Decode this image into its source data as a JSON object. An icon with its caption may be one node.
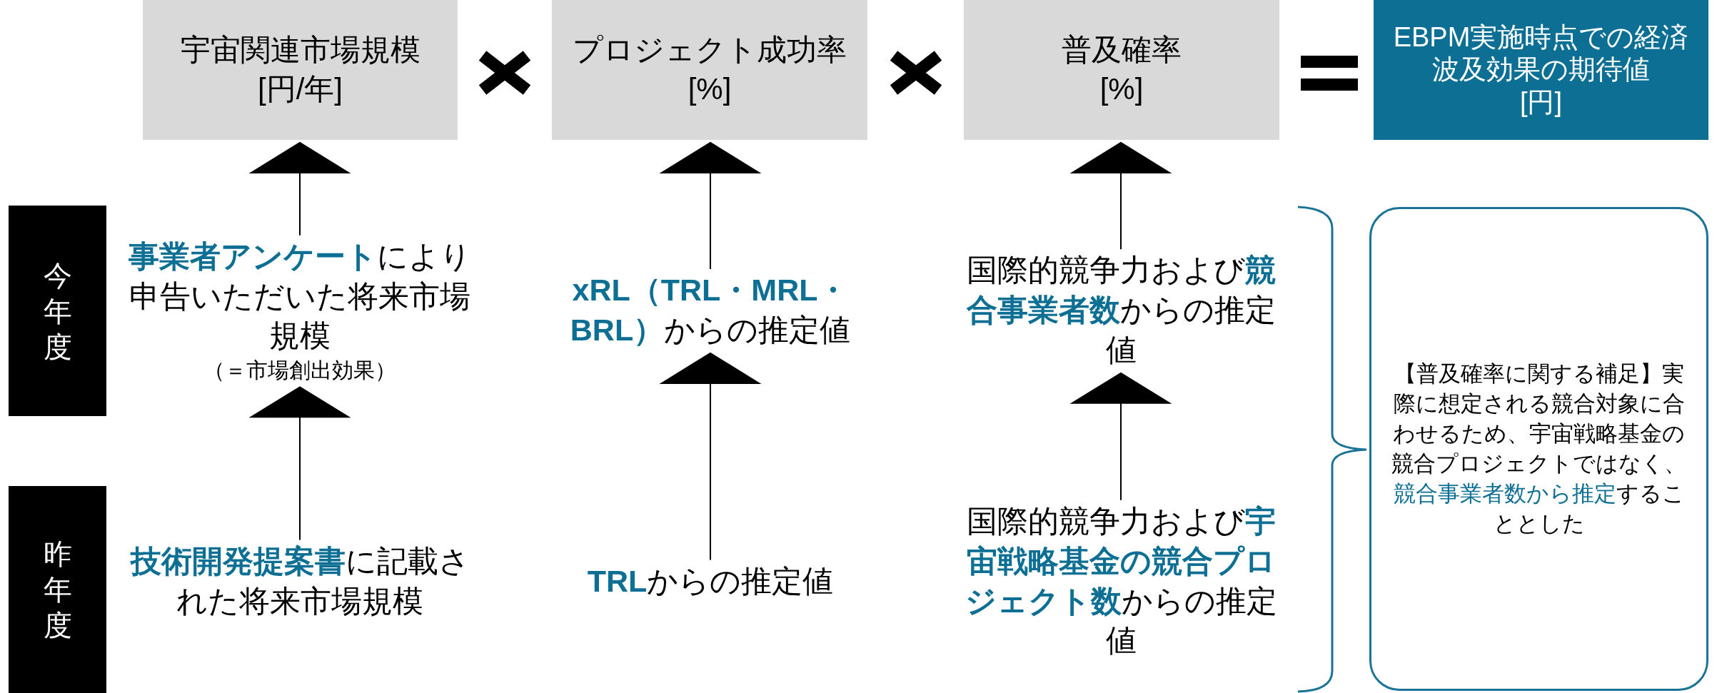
{
  "diagram": {
    "nodes": [
      {
        "text": [
          "宇宙関連市場規模",
          "[円/年]"
        ]
      },
      {
        "text": [
          "プロジェクト成功率",
          "[%]"
        ]
      },
      {
        "text": [
          "普及確率",
          "[%]"
        ]
      },
      {
        "text": [
          "EBPM実施時点での経済波及効果の期待値",
          "[円]"
        ]
      },
      {
        "text": [
          "今年度"
        ]
      },
      {
        "text": [
          "昨年度"
        ]
      },
      {
        "text": [
          "**事業者アンケート**により申告いただいた将来市場規模",
          "（＝市場創出効果）"
        ]
      },
      {
        "text": [
          "**xRL（TRL・MRL・BRL）**からの推定値"
        ]
      },
      {
        "text": [
          "国際的競争力および**競合事業者数**からの推定値"
        ]
      },
      {
        "text": [
          "**技術開発提案書**に記載された将来市場規模"
        ]
      },
      {
        "text": [
          "**TRL**からの推定値"
        ]
      },
      {
        "text": [
          "国際的競争力および**宇宙戦略基金の競合プロジェクト数**からの推定値"
        ]
      },
      {
        "text": [
          "【普及確率に関する補足】実際に想定される競合対象に合わせるため、宇宙戦略基金の競合プロジェクトではなく、**競合事業者数から推定**することとした"
        ]
      }
    ],
    "edges": [
      {
        "from": 6,
        "to": 0,
        "arrow": "to"
      },
      {
        "from": 7,
        "to": 1,
        "arrow": "to"
      },
      {
        "from": 8,
        "to": 2,
        "arrow": "to"
      },
      {
        "from": 9,
        "to": 6,
        "arrow": "to"
      },
      {
        "from": 10,
        "to": 7,
        "arrow": "to"
      },
      {
        "from": 11,
        "to": 8,
        "arrow": "to"
      }
    ]
  }
}
